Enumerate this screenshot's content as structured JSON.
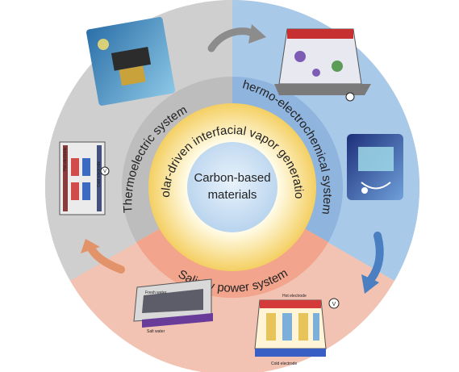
{
  "center": {
    "line1": "Carbon-based",
    "line2": "materials"
  },
  "inner_ring": {
    "label": "Solar-driven interfacial vapor generation"
  },
  "sectors": {
    "thermoelectric": {
      "label": "Thermoelectric system"
    },
    "thermo_electrochemical": {
      "label": "Thermo-electrochemical system"
    },
    "salinity": {
      "label": "Salinity power system"
    }
  },
  "thumb_labels": {
    "hot_electrode": "Hot electrode",
    "cold_electrode": "Cold electrode",
    "v": "V",
    "fresh": "Fresh water",
    "salt": "Salt water"
  },
  "colors": {
    "thermoelectric": "#c9c9c9",
    "thermo_electrochemical": "#9ec0e3",
    "salinity": "#f3bfae",
    "inner_ring_outer": "#f6d77a",
    "center": "#cfe3f4",
    "arrow_gray": "#8c8c8c",
    "arrow_blue": "#4a7fc1",
    "arrow_orange": "#e3936a"
  }
}
